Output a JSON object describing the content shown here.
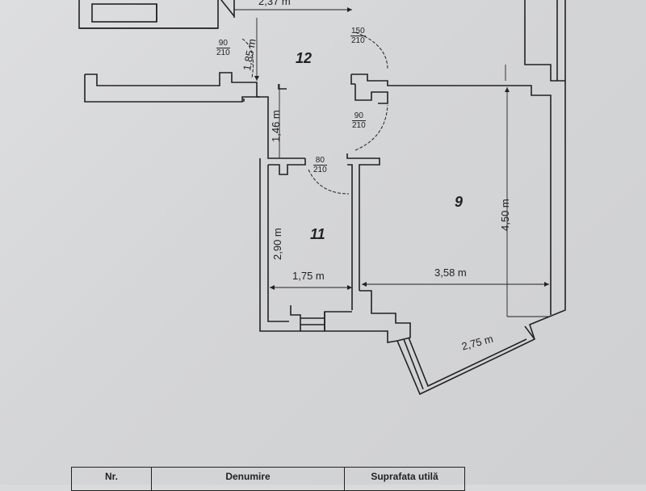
{
  "dimensions": {
    "top_width": "2,37 m",
    "hall_height": "1,85 m",
    "corridor_height": "1,46 m",
    "room11_height": "2,90 m",
    "room11_width": "1,75 m",
    "room9_width": "3,58 m",
    "room9_height": "4,50 m",
    "balcony_width": "2,75 m"
  },
  "doors": {
    "d1": {
      "num": "90",
      "den": "210"
    },
    "d2": {
      "num": "150",
      "den": "210"
    },
    "d3": {
      "num": "90",
      "den": "210"
    },
    "d4": {
      "num": "80",
      "den": "210"
    }
  },
  "rooms": {
    "r12": "12",
    "r11": "11",
    "r9": "9"
  },
  "legend": {
    "col_nr": "Nr.",
    "col_name": "Denumire",
    "col_area": "Suprafata utilă"
  }
}
